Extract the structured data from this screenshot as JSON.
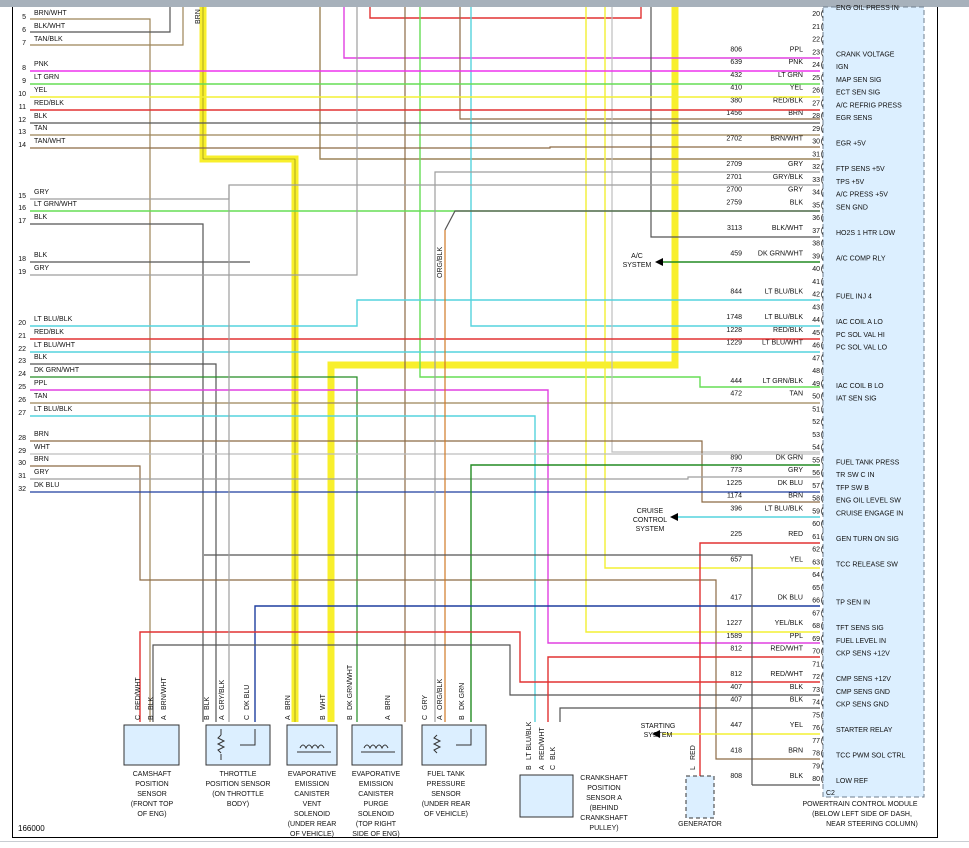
{
  "diagram_id": "166000",
  "colors": {
    "brn": "#8c6a45",
    "wht": "#bdbdbd",
    "blk": "#555555",
    "tan": "#9c8458",
    "pnk": "#ee33ee",
    "ltgrn": "#66dd55",
    "yel": "#f3f034",
    "red": "#e23232",
    "gry": "#9e9e9e",
    "ltblu": "#55d3dd",
    "dkgrn": "#238c23",
    "ppl": "#e040e0",
    "dkblu": "#1f3f9f",
    "org": "#d07a27",
    "highlight": "#f8ef2c",
    "pcm_fill": "#dcefff",
    "comp_fill": "#dcefff"
  },
  "left_terminals": [
    {
      "pin": "5",
      "label": "BRN/WHT"
    },
    {
      "pin": "6",
      "label": "BLK/WHT"
    },
    {
      "pin": "7",
      "label": "TAN/BLK"
    },
    {
      "pin": "8",
      "label": "PNK"
    },
    {
      "pin": "9",
      "label": "LT GRN"
    },
    {
      "pin": "10",
      "label": "YEL"
    },
    {
      "pin": "11",
      "label": "RED/BLK"
    },
    {
      "pin": "12",
      "label": "BLK"
    },
    {
      "pin": "13",
      "label": "TAN"
    },
    {
      "pin": "14",
      "label": "TAN/WHT"
    },
    {
      "pin": "15",
      "label": "GRY"
    },
    {
      "pin": "16",
      "label": "LT GRN/WHT"
    },
    {
      "pin": "17",
      "label": "BLK"
    },
    {
      "pin": "18",
      "label": "BLK"
    },
    {
      "pin": "19",
      "label": "GRY"
    },
    {
      "pin": "20",
      "label": "LT BLU/BLK"
    },
    {
      "pin": "21",
      "label": "RED/BLK"
    },
    {
      "pin": "22",
      "label": "LT BLU/WHT"
    },
    {
      "pin": "23",
      "label": "BLK"
    },
    {
      "pin": "24",
      "label": "DK GRN/WHT"
    },
    {
      "pin": "25",
      "label": "PPL"
    },
    {
      "pin": "26",
      "label": "TAN"
    },
    {
      "pin": "27",
      "label": "LT BLU/BLK"
    },
    {
      "pin": "28",
      "label": "BRN"
    },
    {
      "pin": "29",
      "label": "WHT"
    },
    {
      "pin": "30",
      "label": "BRN"
    },
    {
      "pin": "31",
      "label": "GRY"
    },
    {
      "pin": "32",
      "label": "DK BLU"
    }
  ],
  "pcm_rows": [
    {
      "pin": "20",
      "circuit": "",
      "color": "",
      "function": "ENG OIL PRESS IN"
    },
    {
      "pin": "21",
      "circuit": "",
      "color": "",
      "function": ""
    },
    {
      "pin": "22",
      "circuit": "",
      "color": "",
      "function": ""
    },
    {
      "pin": "23",
      "circuit": "806",
      "color": "PPL",
      "function": "CRANK VOLTAGE"
    },
    {
      "pin": "24",
      "circuit": "639",
      "color": "PNK",
      "function": "IGN"
    },
    {
      "pin": "25",
      "circuit": "432",
      "color": "LT GRN",
      "function": "MAP SEN SIG"
    },
    {
      "pin": "26",
      "circuit": "410",
      "color": "YEL",
      "function": "ECT SEN SIG"
    },
    {
      "pin": "27",
      "circuit": "380",
      "color": "RED/BLK",
      "function": "A/C REFRIG PRESS"
    },
    {
      "pin": "28",
      "circuit": "1456",
      "color": "BRN",
      "function": "EGR SENS"
    },
    {
      "pin": "29",
      "circuit": "",
      "color": "",
      "function": ""
    },
    {
      "pin": "30",
      "circuit": "2702",
      "color": "BRN/WHT",
      "function": "EGR +5V"
    },
    {
      "pin": "31",
      "circuit": "",
      "color": "",
      "function": ""
    },
    {
      "pin": "32",
      "circuit": "2709",
      "color": "GRY",
      "function": "FTP SENS +5V"
    },
    {
      "pin": "33",
      "circuit": "2701",
      "color": "GRY/BLK",
      "function": "TPS +5V"
    },
    {
      "pin": "34",
      "circuit": "2700",
      "color": "GRY",
      "function": "A/C PRESS +5V"
    },
    {
      "pin": "35",
      "circuit": "2759",
      "color": "BLK",
      "function": "SEN GND"
    },
    {
      "pin": "36",
      "circuit": "",
      "color": "",
      "function": ""
    },
    {
      "pin": "37",
      "circuit": "3113",
      "color": "BLK/WHT",
      "function": "HO2S 1 HTR LOW"
    },
    {
      "pin": "38",
      "circuit": "",
      "color": "",
      "function": ""
    },
    {
      "pin": "39",
      "circuit": "459",
      "color": "DK GRN/WHT",
      "function": "A/C COMP RLY"
    },
    {
      "pin": "40",
      "circuit": "",
      "color": "",
      "function": ""
    },
    {
      "pin": "41",
      "circuit": "",
      "color": "",
      "function": ""
    },
    {
      "pin": "42",
      "circuit": "844",
      "color": "LT BLU/BLK",
      "function": "FUEL INJ 4"
    },
    {
      "pin": "43",
      "circuit": "",
      "color": "",
      "function": ""
    },
    {
      "pin": "44",
      "circuit": "1748",
      "color": "LT BLU/BLK",
      "function": "IAC COIL A LO"
    },
    {
      "pin": "45",
      "circuit": "1228",
      "color": "RED/BLK",
      "function": "PC SOL VAL HI"
    },
    {
      "pin": "46",
      "circuit": "1229",
      "color": "LT BLU/WHT",
      "function": "PC SOL VAL LO"
    },
    {
      "pin": "47",
      "circuit": "",
      "color": "",
      "function": ""
    },
    {
      "pin": "48",
      "circuit": "",
      "color": "",
      "function": ""
    },
    {
      "pin": "49",
      "circuit": "444",
      "color": "LT GRN/BLK",
      "function": "IAC COIL B LO"
    },
    {
      "pin": "50",
      "circuit": "472",
      "color": "TAN",
      "function": "IAT SEN SIG"
    },
    {
      "pin": "51",
      "circuit": "",
      "color": "",
      "function": ""
    },
    {
      "pin": "52",
      "circuit": "",
      "color": "",
      "function": ""
    },
    {
      "pin": "53",
      "circuit": "",
      "color": "",
      "function": ""
    },
    {
      "pin": "54",
      "circuit": "",
      "color": "",
      "function": ""
    },
    {
      "pin": "55",
      "circuit": "890",
      "color": "DK GRN",
      "function": "FUEL TANK PRESS"
    },
    {
      "pin": "56",
      "circuit": "773",
      "color": "GRY",
      "function": "TR SW C IN"
    },
    {
      "pin": "57",
      "circuit": "1225",
      "color": "DK BLU",
      "function": "TFP SW B"
    },
    {
      "pin": "58",
      "circuit": "1174",
      "color": "BRN",
      "function": "ENG OIL LEVEL SW"
    },
    {
      "pin": "59",
      "circuit": "396",
      "color": "LT BLU/BLK",
      "function": "CRUISE ENGAGE IN"
    },
    {
      "pin": "60",
      "circuit": "",
      "color": "",
      "function": ""
    },
    {
      "pin": "61",
      "circuit": "225",
      "color": "RED",
      "function": "GEN TURN ON SIG"
    },
    {
      "pin": "62",
      "circuit": "",
      "color": "",
      "function": ""
    },
    {
      "pin": "63",
      "circuit": "657",
      "color": "YEL",
      "function": "TCC RELEASE SW"
    },
    {
      "pin": "64",
      "circuit": "",
      "color": "",
      "function": ""
    },
    {
      "pin": "65",
      "circuit": "",
      "color": "",
      "function": ""
    },
    {
      "pin": "66",
      "circuit": "417",
      "color": "DK BLU",
      "function": "TP SEN IN"
    },
    {
      "pin": "67",
      "circuit": "",
      "color": "",
      "function": ""
    },
    {
      "pin": "68",
      "circuit": "1227",
      "color": "YEL/BLK",
      "function": "TFT SENS SIG"
    },
    {
      "pin": "69",
      "circuit": "1589",
      "color": "PPL",
      "function": "FUEL LEVEL IN"
    },
    {
      "pin": "70",
      "circuit": "812",
      "color": "RED/WHT",
      "function": "CKP SENS +12V"
    },
    {
      "pin": "71",
      "circuit": "",
      "color": "",
      "function": ""
    },
    {
      "pin": "72",
      "circuit": "812",
      "color": "RED/WHT",
      "function": "CMP SENS +12V"
    },
    {
      "pin": "73",
      "circuit": "407",
      "color": "BLK",
      "function": "CMP SENS GND"
    },
    {
      "pin": "74",
      "circuit": "407",
      "color": "BLK",
      "function": "CKP SENS GND"
    },
    {
      "pin": "75",
      "circuit": "",
      "color": "",
      "function": ""
    },
    {
      "pin": "76",
      "circuit": "447",
      "color": "YEL",
      "function": "STARTER RELAY"
    },
    {
      "pin": "77",
      "circuit": "",
      "color": "",
      "function": ""
    },
    {
      "pin": "78",
      "circuit": "418",
      "color": "BRN",
      "function": "TCC PWM SOL CTRL"
    },
    {
      "pin": "79",
      "circuit": "",
      "color": "",
      "function": ""
    },
    {
      "pin": "80",
      "circuit": "808",
      "color": "BLK",
      "function": "LOW REF"
    }
  ],
  "pcm": {
    "connector": "C2",
    "name": "POWERTRAIN CONTROL MODULE",
    "location_1": "(BELOW LEFT SIDE OF DASH,",
    "location_2": "NEAR STEERING COLUMN)"
  },
  "systems": [
    {
      "id": "ac",
      "line1": "A/C",
      "line2": "SYSTEM",
      "line3": ""
    },
    {
      "id": "cruise",
      "line1": "CRUISE",
      "line2": "CONTROL",
      "line3": "SYSTEM"
    },
    {
      "id": "starting",
      "line1": "STARTING",
      "line2": "SYSTEM",
      "line3": ""
    }
  ],
  "components": [
    {
      "id": "camshaft",
      "pins": [
        {
          "letter": "C",
          "color": "RED/WHT"
        },
        {
          "letter": "B",
          "color": "BLK"
        },
        {
          "letter": "A",
          "color": "BRN/WHT"
        }
      ],
      "lines": [
        "CAMSHAFT",
        "POSITION",
        "SENSOR",
        "(FRONT TOP",
        "OF ENG)"
      ]
    },
    {
      "id": "throttle",
      "pins": [
        {
          "letter": "B",
          "color": "BLK"
        },
        {
          "letter": "A",
          "color": "GRY/BLK"
        },
        {
          "letter": "C",
          "color": "DK BLU"
        }
      ],
      "lines": [
        "THROTTLE",
        "POSITION SENSOR",
        "(ON THROTTLE",
        "BODY)"
      ]
    },
    {
      "id": "vent",
      "pins": [
        {
          "letter": "A",
          "color": "BRN"
        },
        {
          "letter": "B",
          "color": "WHT"
        }
      ],
      "lines": [
        "EVAPORATIVE",
        "EMISSION",
        "CANISTER",
        "VENT",
        "SOLENOID",
        "(UNDER REAR",
        "OF VEHICLE)"
      ]
    },
    {
      "id": "purge",
      "pins": [
        {
          "letter": "B",
          "color": "DK GRN/WHT"
        },
        {
          "letter": "A",
          "color": "BRN"
        }
      ],
      "lines": [
        "EVAPORATIVE",
        "EMISSION",
        "CANISTER",
        "PURGE",
        "SOLENOID",
        "(TOP RIGHT",
        "SIDE OF ENG)"
      ]
    },
    {
      "id": "fueltank",
      "pins": [
        {
          "letter": "C",
          "color": "GRY"
        },
        {
          "letter": "A",
          "color": "ORG/BLK"
        },
        {
          "letter": "B",
          "color": "DK GRN"
        }
      ],
      "lines": [
        "FUEL TANK",
        "PRESSURE",
        "SENSOR",
        "(UNDER REAR",
        "OF VEHICLE)"
      ]
    },
    {
      "id": "crankshaft",
      "pins": [
        {
          "letter": "B",
          "color": "LT BLU/BLK"
        },
        {
          "letter": "A",
          "color": "RED/WHT"
        },
        {
          "letter": "C",
          "color": "BLK"
        }
      ],
      "lines": [
        "CRANKSHAFT",
        "POSITION",
        "SENSOR A",
        "(BEHIND",
        "CRANKSHAFT",
        "PULLEY)"
      ]
    },
    {
      "id": "generator",
      "pins": [
        {
          "letter": "L",
          "color": "RED"
        }
      ],
      "lines": [
        "GENERATOR"
      ]
    }
  ],
  "misc_labels": {
    "brn_top": "BRN",
    "org_blk": "ORG/BLK"
  }
}
